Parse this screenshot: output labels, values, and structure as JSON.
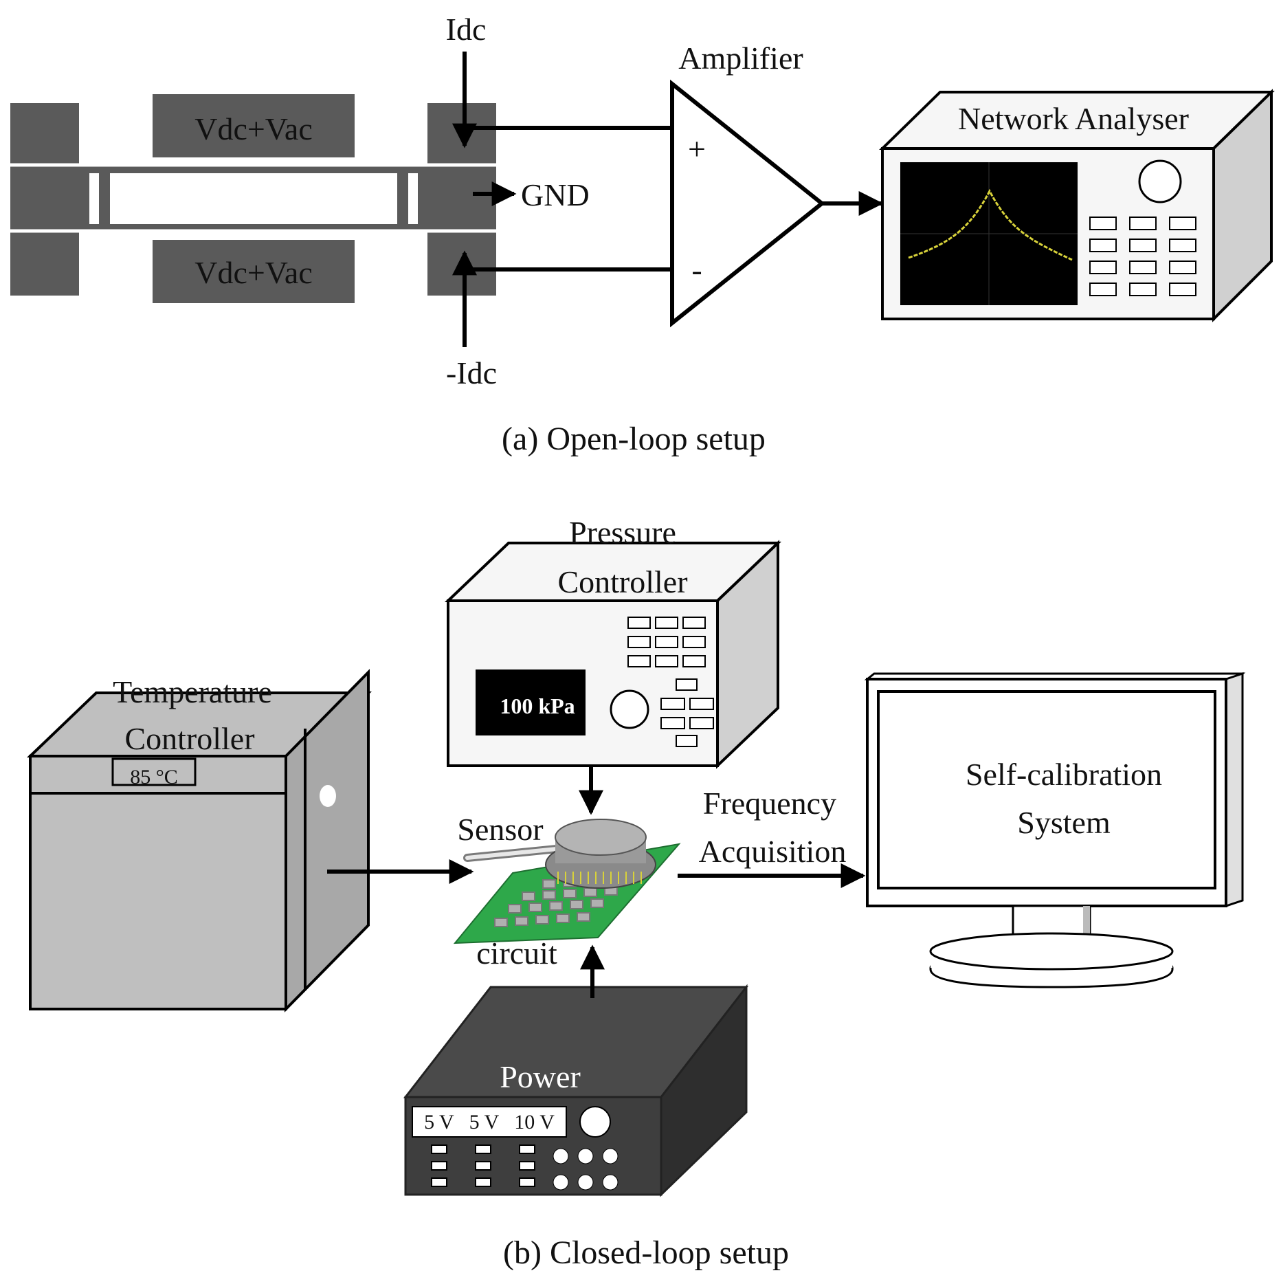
{
  "figure": {
    "open_loop": {
      "electrode_top": "Vdc+Vac",
      "electrode_bottom": "Vdc+Vac",
      "current_in": "Idc",
      "current_out": "-Idc",
      "ground": "GND",
      "amplifier": "Amplifier",
      "plus": "+",
      "minus": "-",
      "analyser": "Network Analyser",
      "caption": "(a) Open-loop setup"
    },
    "closed_loop": {
      "pressure_line1": "Pressure",
      "pressure_line2": "Controller",
      "pressure_display": "100 kPa",
      "temperature_line1": "Temperature",
      "temperature_line2": "Controller",
      "temperature_display": "85 °C",
      "sensor": "Sensor",
      "circuit": "circuit",
      "frequency_line1": "Frequency",
      "frequency_line2": "Acquisition",
      "system_line1": "Self-calibration",
      "system_line2": "System",
      "power": "Power",
      "voltage_display": "5 V   5 V   10 V",
      "caption": "(b) Closed-loop setup"
    },
    "colors": {
      "device_gray": "#5a5a5a",
      "oven_gray": "#bfbfbf",
      "pcb_green": "#2ea84a",
      "trace_yellow": "#d8d23a",
      "power_dark": "#3e3e3e"
    }
  }
}
